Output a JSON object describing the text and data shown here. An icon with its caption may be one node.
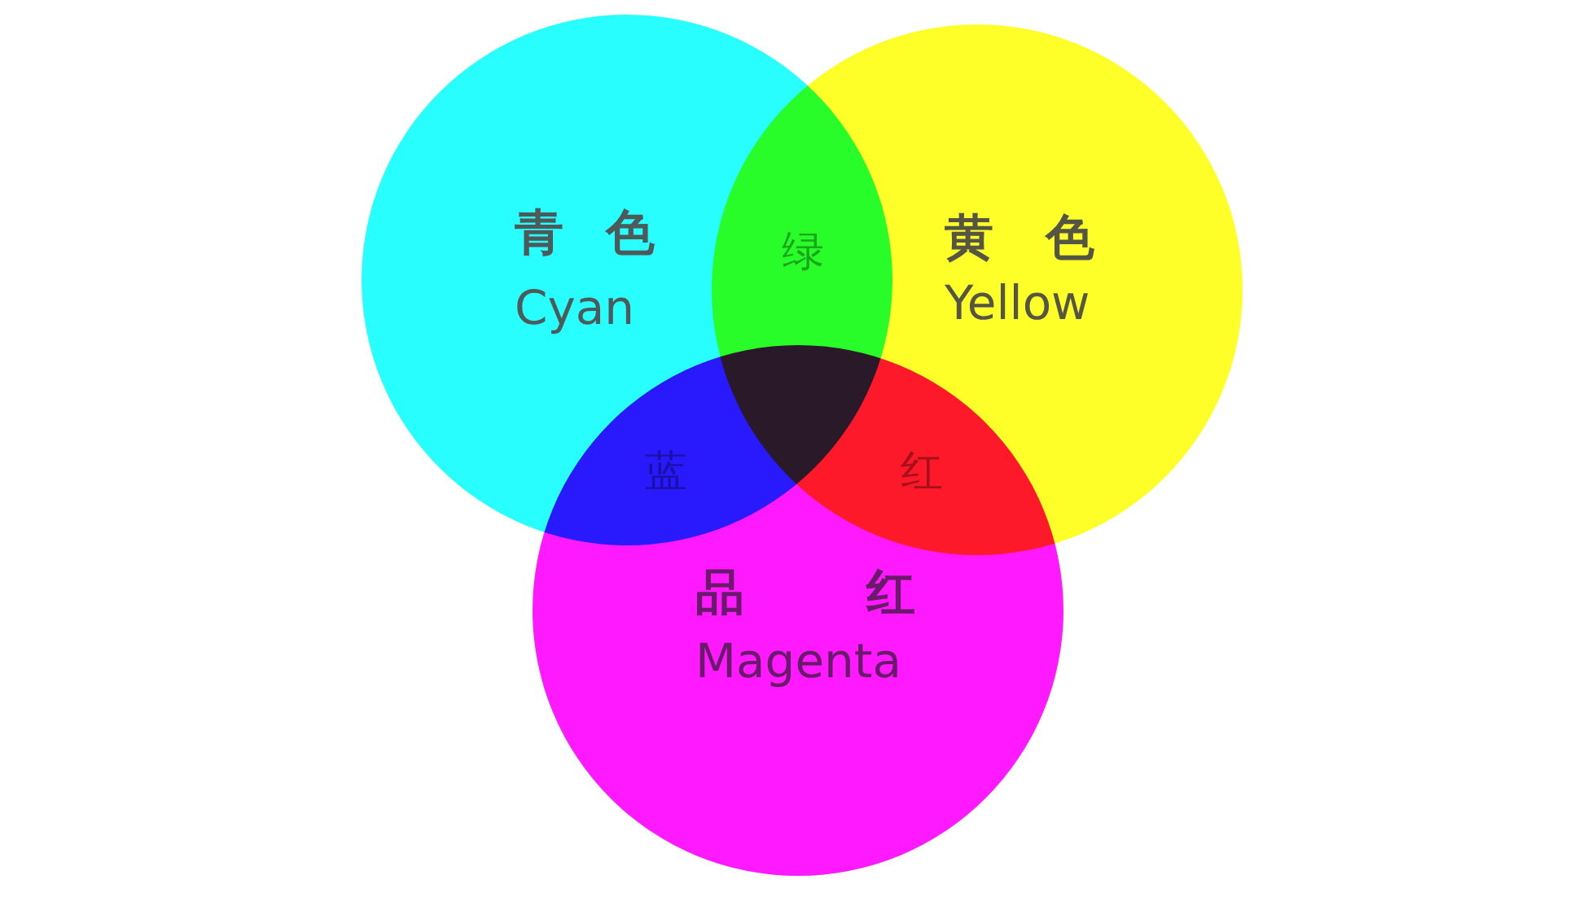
{
  "diagram": {
    "nodes": [
      {
        "text": [
          "青色",
          "Cyan"
        ]
      },
      {
        "text": [
          "黄色",
          "Yellow"
        ]
      },
      {
        "text": [
          "品红",
          "Magenta"
        ]
      }
    ],
    "edges": [],
    "labels": [
      "绿",
      "蓝",
      "红"
    ]
  }
}
